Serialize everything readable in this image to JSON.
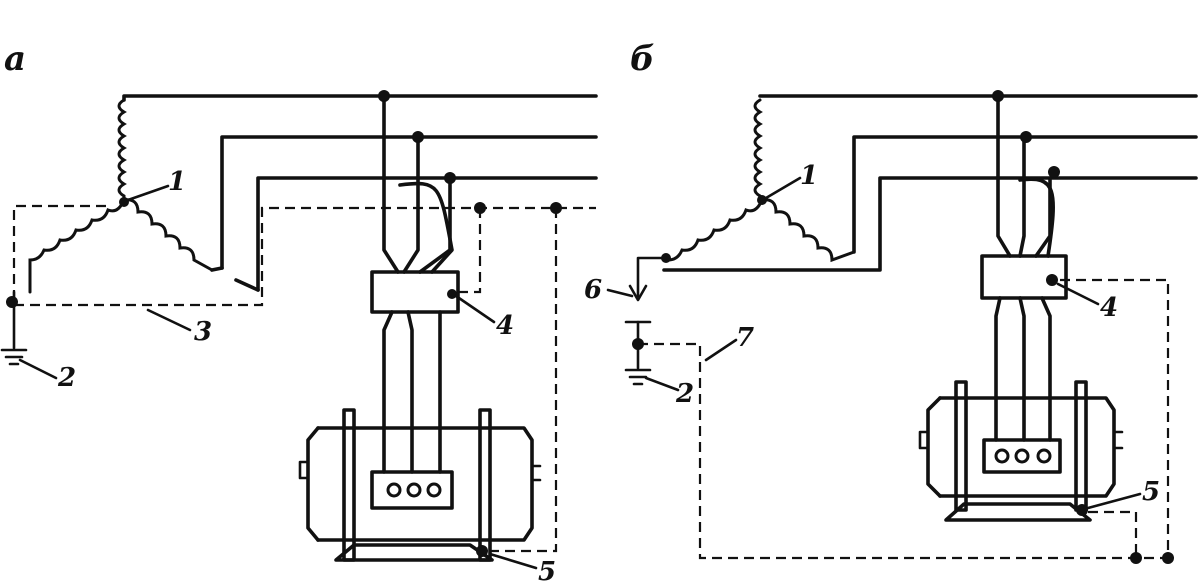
{
  "panels": [
    {
      "key": "a",
      "letter": "а"
    },
    {
      "key": "b",
      "letter": "б"
    }
  ],
  "labels": {
    "a": {
      "transformer": "1",
      "ground": "2",
      "neutral_wire": "3",
      "switch": "4",
      "frame": "5"
    },
    "b": {
      "transformer": "1",
      "ground": "2",
      "switch": "4",
      "frame": "5",
      "fuse": "6",
      "earth_wire": "7"
    }
  }
}
